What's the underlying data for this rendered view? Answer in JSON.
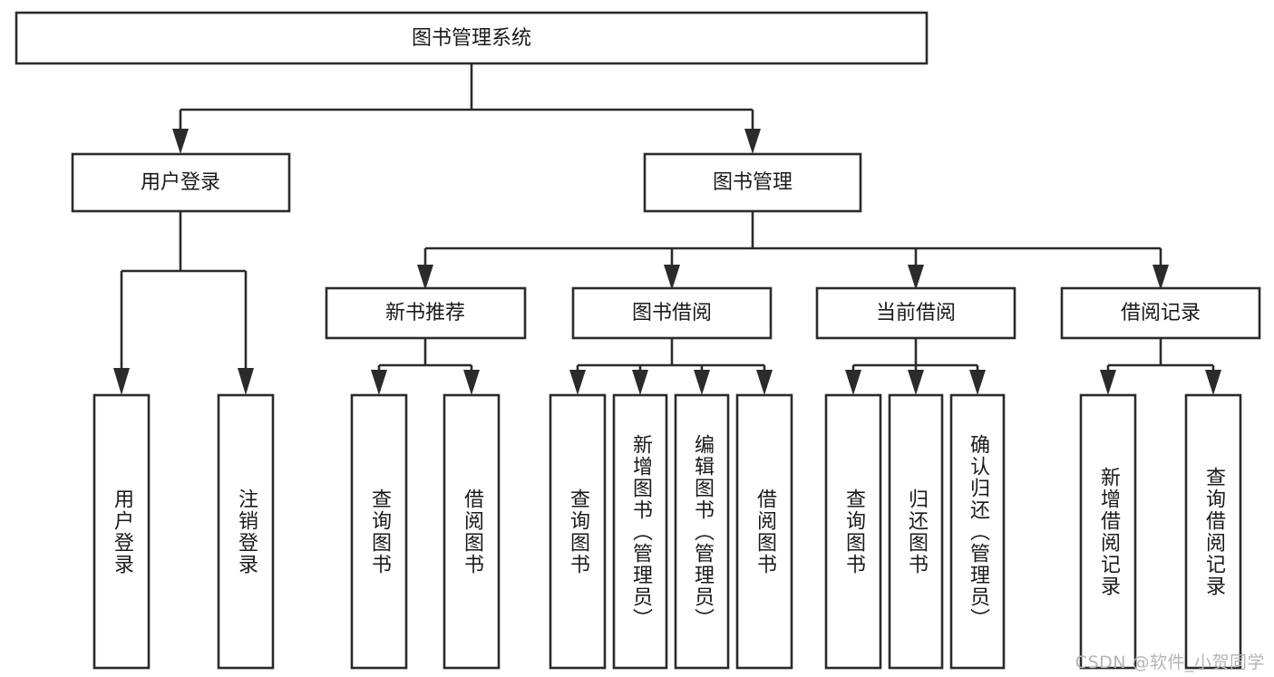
{
  "diagram": {
    "title": "图书管理系统",
    "type": "hierarchy-tree",
    "watermark": "CSDN @软件_小贺同学",
    "colors": {
      "box_fill": "#ffffff",
      "box_stroke": "#2b2b2b",
      "text": "#1a1a1a",
      "watermark": "#b4b4b4",
      "background": "#ffffff"
    },
    "levels": {
      "level1": [
        {
          "id": "root",
          "label": "图书管理系统",
          "orientation": "horizontal"
        }
      ],
      "level2": [
        {
          "id": "user-login",
          "label": "用户登录",
          "orientation": "horizontal"
        },
        {
          "id": "book-manage",
          "label": "图书管理",
          "orientation": "horizontal"
        }
      ],
      "level3": [
        {
          "id": "new-book-rec",
          "label": "新书推荐",
          "orientation": "horizontal",
          "parent": "book-manage"
        },
        {
          "id": "book-borrow",
          "label": "图书借阅",
          "orientation": "horizontal",
          "parent": "book-manage"
        },
        {
          "id": "current-borrow",
          "label": "当前借阅",
          "orientation": "horizontal",
          "parent": "book-manage"
        },
        {
          "id": "borrow-record",
          "label": "借阅记录",
          "orientation": "horizontal",
          "parent": "book-manage"
        }
      ],
      "level4": [
        {
          "id": "leaf-user-login",
          "label": "用户登录",
          "orientation": "vertical",
          "parent": "user-login"
        },
        {
          "id": "leaf-logout",
          "label": "注销登录",
          "orientation": "vertical",
          "parent": "user-login"
        },
        {
          "id": "leaf-query-book-rec",
          "label": "查询图书",
          "orientation": "vertical",
          "parent": "new-book-rec"
        },
        {
          "id": "leaf-borrow-book-rec",
          "label": "借阅图书",
          "orientation": "vertical",
          "parent": "new-book-rec"
        },
        {
          "id": "leaf-query-book-borrow",
          "label": "查询图书",
          "orientation": "vertical",
          "parent": "book-borrow"
        },
        {
          "id": "leaf-add-book",
          "label": "新增图书（管理员）",
          "orientation": "vertical",
          "parent": "book-borrow"
        },
        {
          "id": "leaf-edit-book",
          "label": "编辑图书（管理员）",
          "orientation": "vertical",
          "parent": "book-borrow"
        },
        {
          "id": "leaf-borrow-book",
          "label": "借阅图书",
          "orientation": "vertical",
          "parent": "book-borrow"
        },
        {
          "id": "leaf-query-book-current",
          "label": "查询图书",
          "orientation": "vertical",
          "parent": "current-borrow"
        },
        {
          "id": "leaf-return-book",
          "label": "归还图书",
          "orientation": "vertical",
          "parent": "current-borrow"
        },
        {
          "id": "leaf-confirm-return",
          "label": "确认归还（管理员）",
          "orientation": "vertical",
          "parent": "current-borrow"
        },
        {
          "id": "leaf-add-record",
          "label": "新增借阅记录",
          "orientation": "vertical",
          "parent": "borrow-record"
        },
        {
          "id": "leaf-query-record",
          "label": "查询借阅记录",
          "orientation": "vertical",
          "parent": "borrow-record"
        }
      ]
    }
  }
}
